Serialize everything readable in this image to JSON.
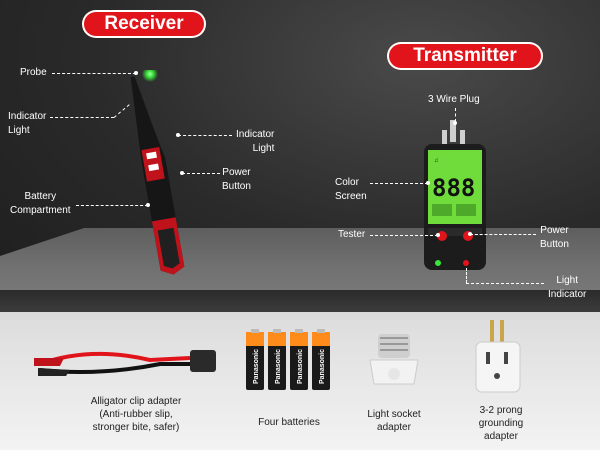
{
  "headings": {
    "receiver": "Receiver",
    "transmitter": "Transmitter"
  },
  "receiver_labels": {
    "probe": "Probe",
    "indicator_light_left": "Indicator\nLight",
    "indicator_light_right": "Indicator\nLight",
    "power_button": "Power\nButton",
    "battery_compartment": "Battery\nCompartment"
  },
  "transmitter_labels": {
    "plug": "3 Wire Plug",
    "color_screen": "Color\nScreen",
    "tester": "Tester",
    "power_button": "Power\nButton",
    "light_indicator": "Light\nIndicator"
  },
  "accessories": {
    "alligator": "Alligator clip adapter\n(Anti-rubber slip,\nstronger bite, safer)",
    "batteries": "Four batteries",
    "light_socket": "Light socket\nadapter",
    "prong": "3-2 prong\ngrounding\nadapter"
  },
  "device_text": {
    "screen_digits": "888",
    "battery_brand": "Panasonic"
  },
  "colors": {
    "accent": "#e1141b",
    "indicator_green": "#39e639",
    "device_body": "#1c1c1c"
  }
}
